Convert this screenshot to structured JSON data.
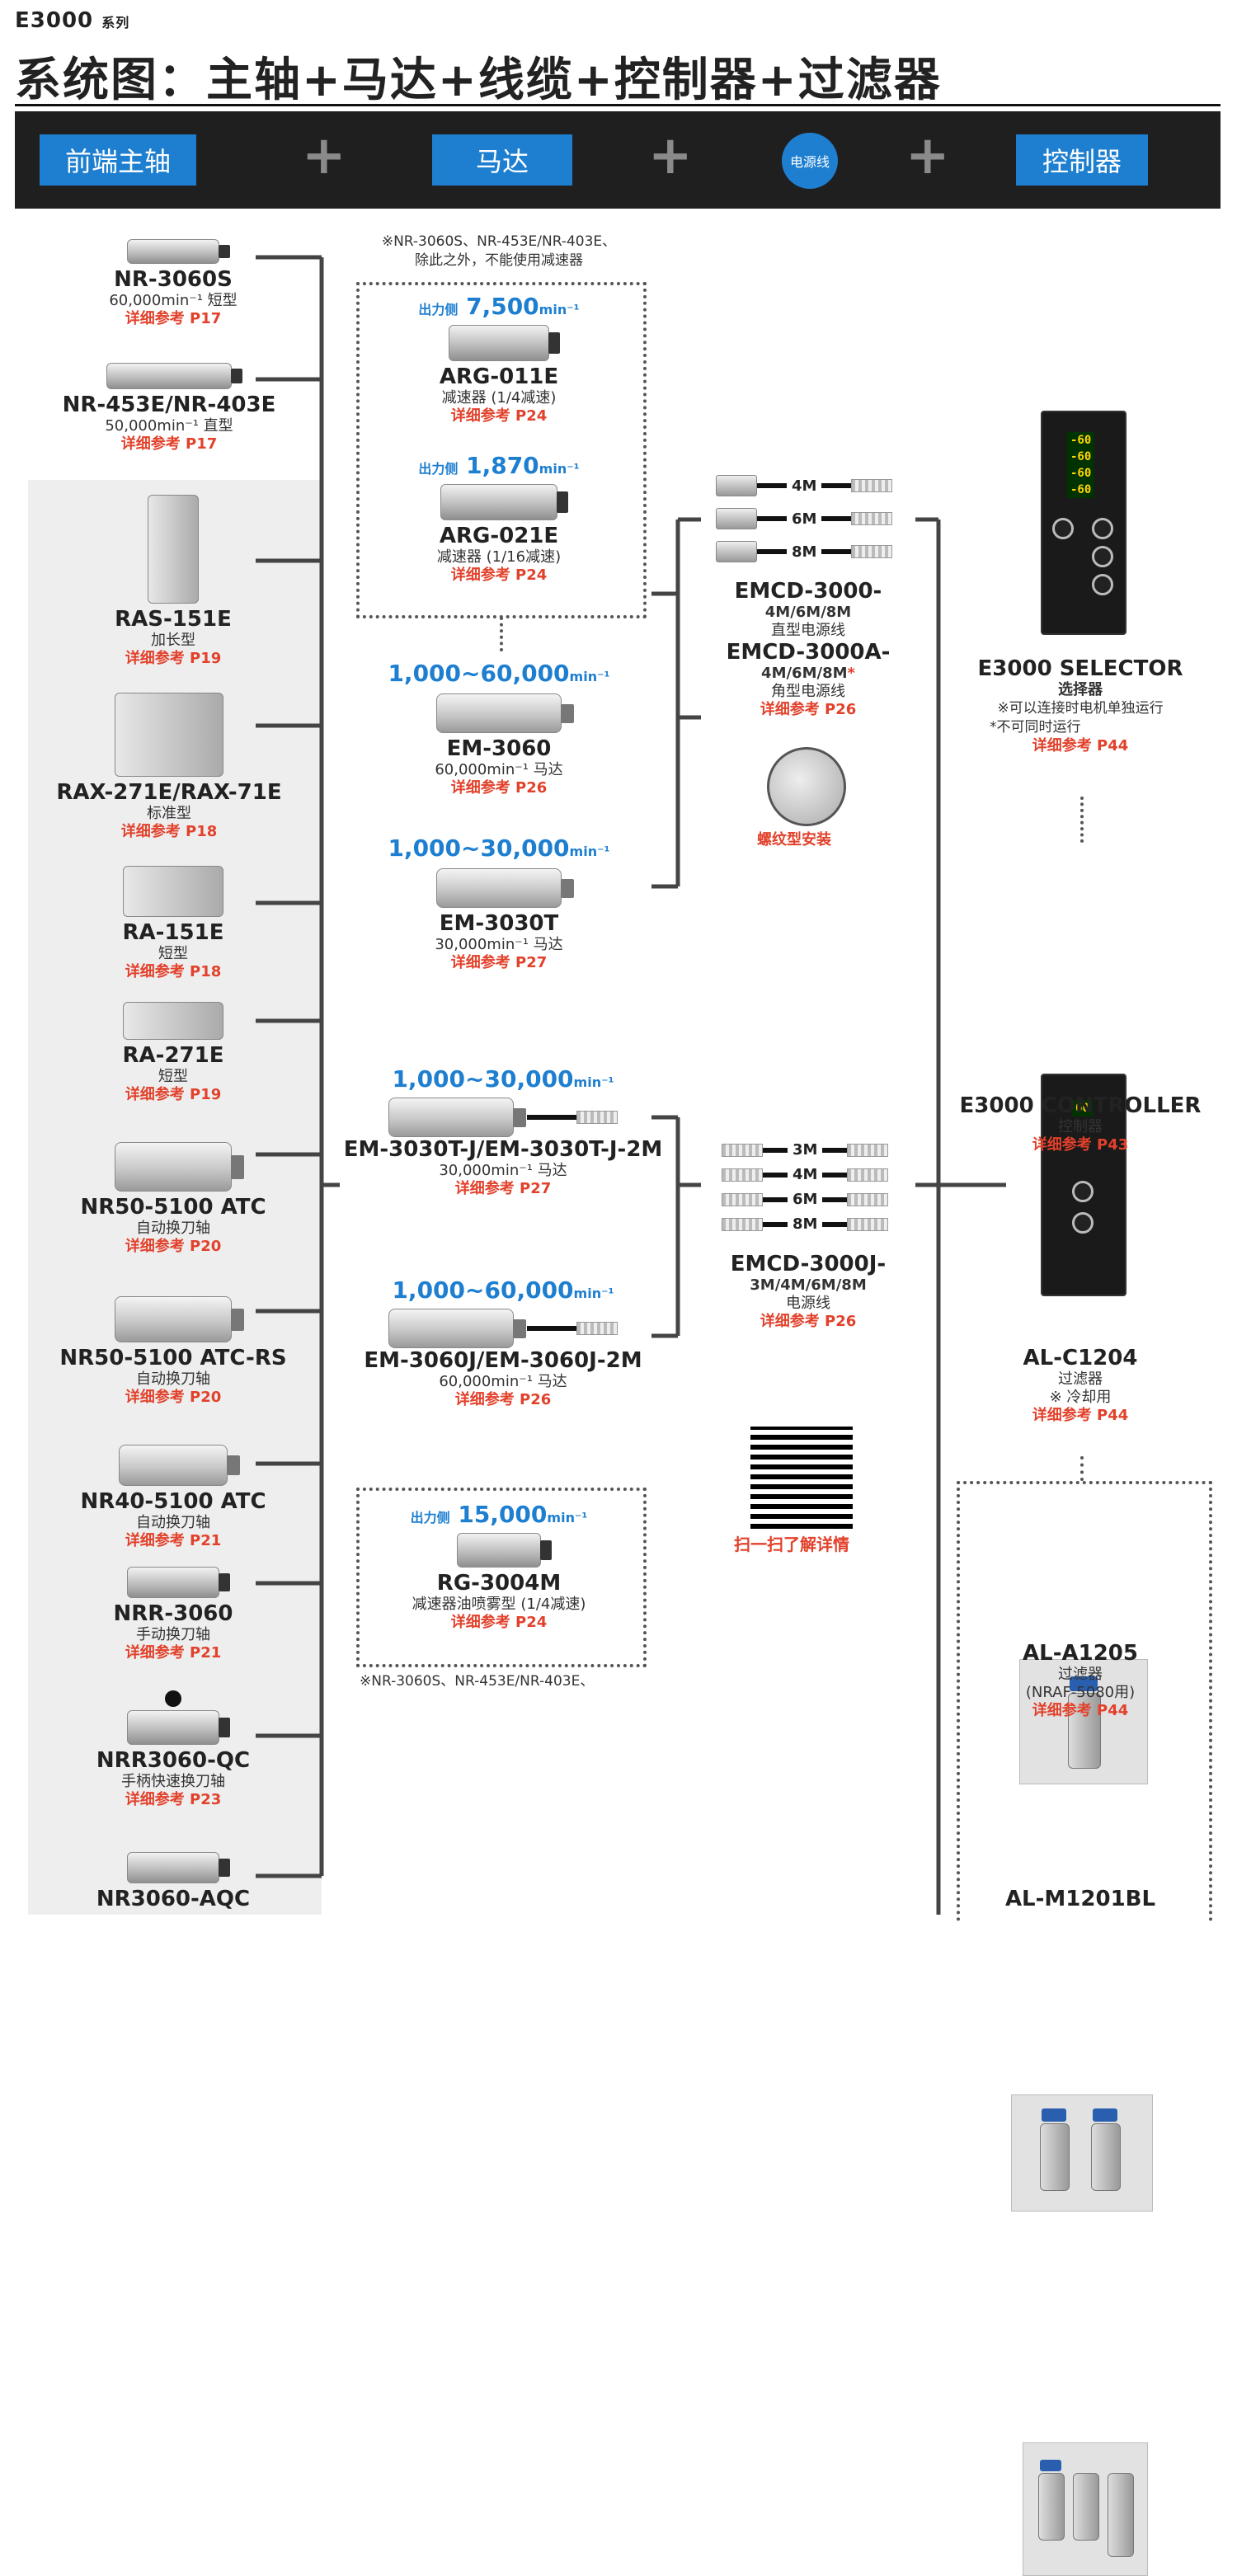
{
  "header": {
    "series": "E3000",
    "series_suffix": "系列",
    "title": "系统图：主轴+马达+线缆+控制器+过滤器"
  },
  "band": {
    "items": [
      "前端主轴",
      "马达",
      "电源线",
      "控制器"
    ],
    "plus": "+"
  },
  "spindles": [
    {
      "name": "NR-3060S",
      "sub": "60,000min⁻¹ 短型",
      "ref": "详细参考 P17"
    },
    {
      "name": "NR-453E/NR-403E",
      "sub": "50,000min⁻¹ 直型",
      "ref": "详细参考 P17"
    },
    {
      "name": "RAS-151E",
      "sub": "加长型",
      "ref": "详细参考 P19"
    },
    {
      "name": "RAX-271E/RAX-71E",
      "sub": "标准型",
      "ref": "详细参考 P18"
    },
    {
      "name": "RA-151E",
      "sub": "短型",
      "ref": "详细参考 P18"
    },
    {
      "name": "RA-271E",
      "sub": "短型",
      "ref": "详细参考 P19"
    },
    {
      "name": "NR50-5100 ATC",
      "sub": "自动换刀轴",
      "ref": "详细参考 P20"
    },
    {
      "name": "NR50-5100 ATC-RS",
      "sub": "自动换刀轴",
      "ref": "详细参考 P20"
    },
    {
      "name": "NR40-5100 ATC",
      "sub": "自动换刀轴",
      "ref": "详细参考 P21"
    },
    {
      "name": "NRR-3060",
      "sub": "手动换刀轴",
      "ref": "详细参考 P21"
    },
    {
      "name": "NRR3060-QC",
      "sub": "手柄快速换刀轴",
      "ref": "详细参考 P23"
    },
    {
      "name": "NR3060-AQC",
      "sub": "",
      "ref": ""
    }
  ],
  "reducer_note": {
    "line1": "※NR-3060S、NR-453E/NR-403E、",
    "line2": "除此之外，不能使用减速器"
  },
  "reducers": [
    {
      "speed_prefix": "出力侧",
      "speed": "7,500",
      "unit": "min⁻¹",
      "name": "ARG-011E",
      "sub": "减速器 (1/4减速)",
      "ref": "详细参考 P24"
    },
    {
      "speed_prefix": "出力侧",
      "speed": "1,870",
      "unit": "min⁻¹",
      "name": "ARG-021E",
      "sub": "减速器 (1/16减速)",
      "ref": "详细参考 P24"
    }
  ],
  "motors": [
    {
      "range": "1,000~60,000",
      "unit": "min⁻¹",
      "name": "EM-3060",
      "sub": "60,000min⁻¹ 马达",
      "ref": "详细参考 P26"
    },
    {
      "range": "1,000~30,000",
      "unit": "min⁻¹",
      "name": "EM-3030T",
      "sub": "30,000min⁻¹ 马达",
      "ref": "详细参考 P27"
    },
    {
      "range": "1,000~30,000",
      "unit": "min⁻¹",
      "name": "EM-3030T-J/EM-3030T-J-2M",
      "sub": "30,000min⁻¹ 马达",
      "ref": "详细参考 P27"
    },
    {
      "range": "1,000~60,000",
      "unit": "min⁻¹",
      "name": "EM-3060J/EM-3060J-2M",
      "sub": "60,000min⁻¹ 马达",
      "ref": "详细参考 P26"
    }
  ],
  "rg": {
    "speed_prefix": "出力侧",
    "speed": "15,000",
    "unit": "min⁻¹",
    "name": "RG-3004M",
    "sub": "减速器油喷雾型 (1/4减速)",
    "ref": "详细参考 P24",
    "note": "※NR-3060S、NR-453E/NR-403E、"
  },
  "cable1": {
    "lengths": [
      "4M",
      "6M",
      "8M"
    ],
    "name1": "EMCD-3000-",
    "sub1a": "4M/6M/8M",
    "sub1b": "直型电源线",
    "name2": "EMCD-3000A-",
    "sub2a": "4M/6M/8M",
    "sub2a_star": "*",
    "sub2b": "角型电源线",
    "ref": "详细参考 P26",
    "screw": "螺纹型安装"
  },
  "cable2": {
    "lengths": [
      "3M",
      "4M",
      "6M",
      "8M"
    ],
    "name": "EMCD-3000J-",
    "sub1": "3M/4M/6M/8M",
    "sub2": "电源线",
    "ref": "详细参考 P26"
  },
  "qr": {
    "label": "扫一扫了解详情"
  },
  "selector": {
    "name": "E3000 SELECTOR",
    "sub": "选择器",
    "note1": "※可以连接时电机单独运行",
    "note2": "*不可同时运行",
    "ref": "详细参考 P44",
    "display": [
      "-60",
      "-60",
      "-60",
      "-60"
    ]
  },
  "controller": {
    "name": "E3000 CONTROLLER",
    "sub": "控制器",
    "ref": "详细参考 P43",
    "display": "60"
  },
  "filters": [
    {
      "name": "AL-C1204",
      "sub": "过滤器",
      "note": "※ 冷却用",
      "ref": "详细参考 P44"
    },
    {
      "name": "AL-A1205",
      "sub": "过滤器",
      "note": "(NRAF-5080用)",
      "ref": "详细参考 P44"
    },
    {
      "name": "AL-M1201BL",
      "sub": "",
      "note": "",
      "ref": ""
    }
  ]
}
